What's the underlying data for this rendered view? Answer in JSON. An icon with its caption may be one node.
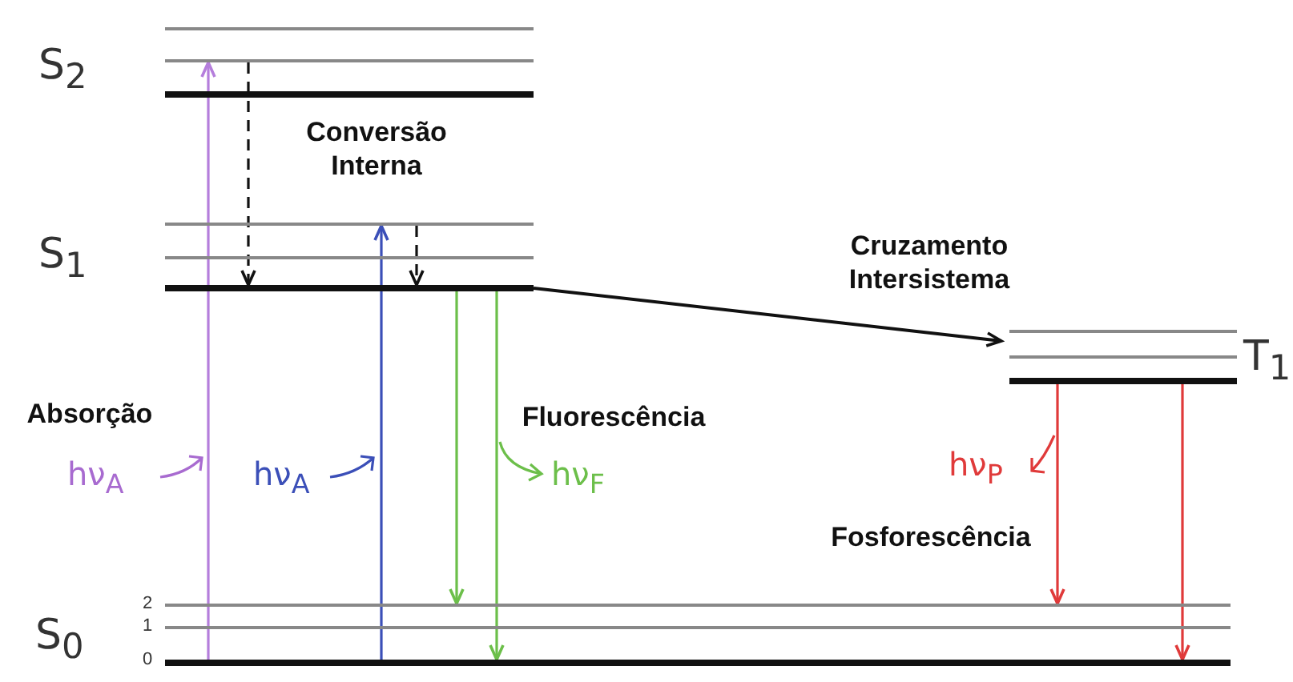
{
  "diagram": {
    "nodes": [
      {
        "text": [
          "S$_{2}$"
        ]
      },
      {
        "text": [],
        "shape": "bar",
        "in": 0
      },
      {
        "text": [],
        "shape": "bar",
        "in": 0
      },
      {
        "text": [],
        "shape": "bar",
        "in": 0
      },
      {
        "text": [
          "S$_{1}$"
        ]
      },
      {
        "text": [],
        "shape": "bar",
        "in": 4
      },
      {
        "text": [],
        "shape": "bar",
        "in": 4
      },
      {
        "text": [],
        "shape": "bar",
        "in": 4
      },
      {
        "text": [
          "T$_{1}$"
        ]
      },
      {
        "text": [],
        "shape": "bar",
        "in": 8
      },
      {
        "text": [],
        "shape": "bar",
        "in": 8
      },
      {
        "text": [],
        "shape": "bar",
        "in": 8
      },
      {
        "text": [
          "S$_{0}$"
        ]
      },
      {
        "text": [],
        "shape": "bar",
        "in": 12,
        "beside": [
          "2"
        ]
      },
      {
        "text": [],
        "shape": "bar",
        "in": 12,
        "beside": [
          "1"
        ]
      },
      {
        "text": [],
        "shape": "bar",
        "in": 12,
        "beside": [
          "0"
        ]
      }
    ],
    "edges": [
      {
        "from": 15,
        "to": 2,
        "arrow": "to",
        "color": "#b57edc"
      },
      {
        "from": 2,
        "to": 7,
        "arrow": "to",
        "style": "dashed"
      },
      {
        "from": 15,
        "to": 5,
        "arrow": "to",
        "color": "#3b4fb8"
      },
      {
        "from": 5,
        "to": 7,
        "arrow": "to",
        "style": "dashed"
      },
      {
        "from": 7,
        "to": 13,
        "arrow": "to",
        "color": "#6cbf4a"
      },
      {
        "from": 7,
        "to": 15,
        "arrow": "to",
        "color": "#6cbf4a"
      },
      {
        "from": 7,
        "to": 8,
        "arrow": "to"
      },
      {
        "from": 11,
        "to": 13,
        "arrow": "to",
        "color": "#e03a3a"
      },
      {
        "from": 11,
        "to": 15,
        "arrow": "to",
        "color": "#e03a3a"
      }
    ],
    "labels": [
      "Conversão Interna",
      "Cruzamento Intersistema",
      "Absorção",
      "Fluorescência",
      "hν$_{A}$",
      "hν$_{A}$",
      "hν$_{F}$",
      "hν$_{P}$",
      "Fosforescência"
    ]
  }
}
